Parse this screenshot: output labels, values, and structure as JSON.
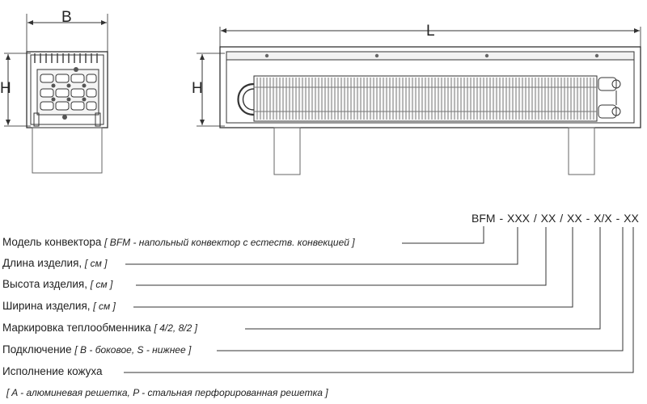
{
  "dimensions": {
    "b": "B",
    "h_side": "H",
    "h_front": "H",
    "l": "L"
  },
  "code": "BFM - XXX / XX / XX - X/X - XX",
  "legend": [
    {
      "label": "Модель конвектора",
      "note": "[ BFM - напольный конвектор с естеств. конвекцией ]"
    },
    {
      "label": "Длина изделия,",
      "note": "[ см ]"
    },
    {
      "label": "Высота изделия,",
      "note": "[ см ]"
    },
    {
      "label": "Ширина изделия,",
      "note": "[ см ]"
    },
    {
      "label": "Маркировка теплообменника",
      "note": "[ 4/2, 8/2 ]"
    },
    {
      "label": "Подключение",
      "note": "[ B - боковое, S - нижнее ]"
    },
    {
      "label": "Исполнение кожуха",
      "note": ""
    }
  ],
  "footnote": "[ A - алюминевая решетка, P - стальная перфорированная решетка ]"
}
